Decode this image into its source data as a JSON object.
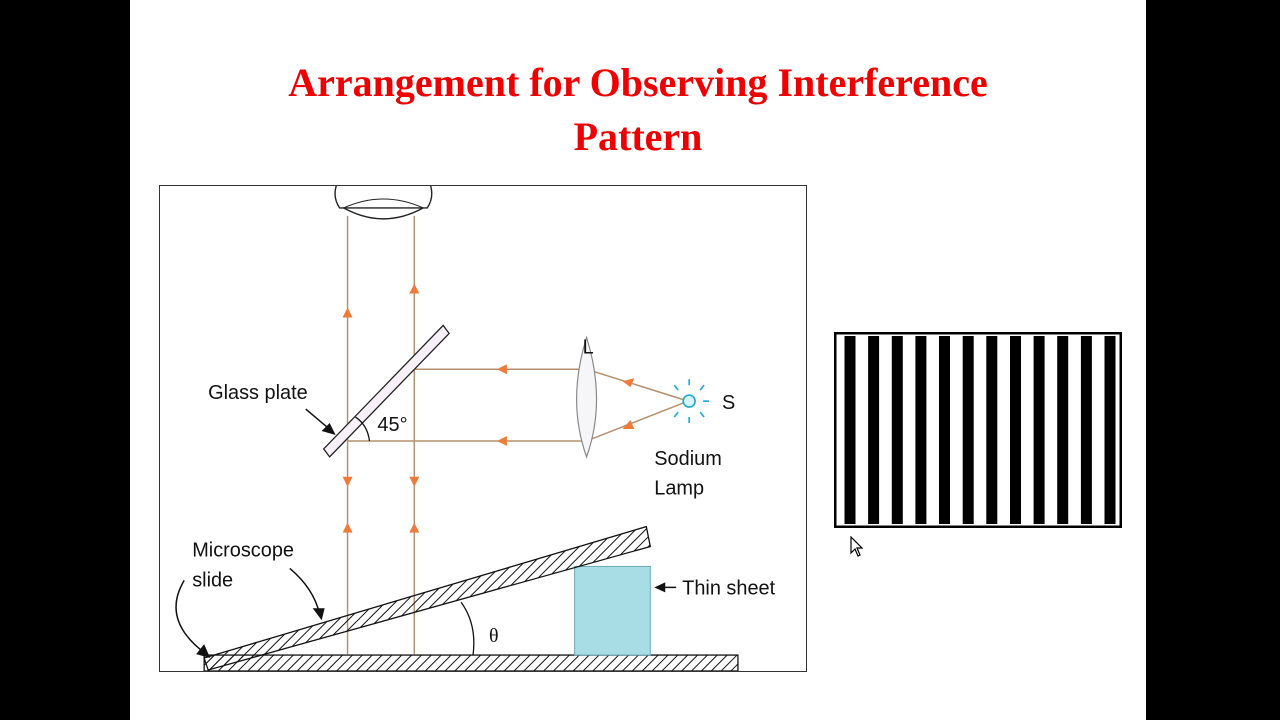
{
  "slide": {
    "title_line1": "Arrangement  for Observing Interference",
    "title_line2": "Pattern"
  },
  "diagram": {
    "labels": {
      "lens_top": "L",
      "source": "S",
      "lamp_line1": "Sodium",
      "lamp_line2": "Lamp",
      "glass_plate": "Glass plate",
      "angle_45": "45°",
      "slide_line1": "Microscope",
      "slide_line2": "slide",
      "thin_sheet": "Thin sheet",
      "theta": "θ"
    }
  },
  "fringes": {
    "dark_band_count": 12
  },
  "colors": {
    "title": "#ee0000",
    "ray": "#b5916e",
    "arrow": "#f07a3a",
    "thin_sheet": "#a8dde6",
    "lamp": "#19a9d6"
  }
}
